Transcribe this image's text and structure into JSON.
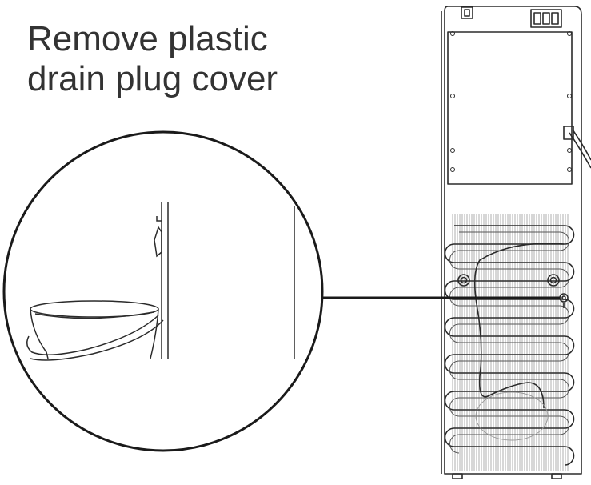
{
  "instruction": {
    "line1": "Remove plastic",
    "line2": "drain plug cover"
  },
  "panel_switch_labels": [
    "",
    "",
    ""
  ],
  "colors": {
    "ink": "#333333",
    "line": "#2b2b2b",
    "fill": "#ffffff"
  },
  "icons": {
    "detail": "magnifier-circle",
    "unit": "water-cooler-rear-view"
  }
}
